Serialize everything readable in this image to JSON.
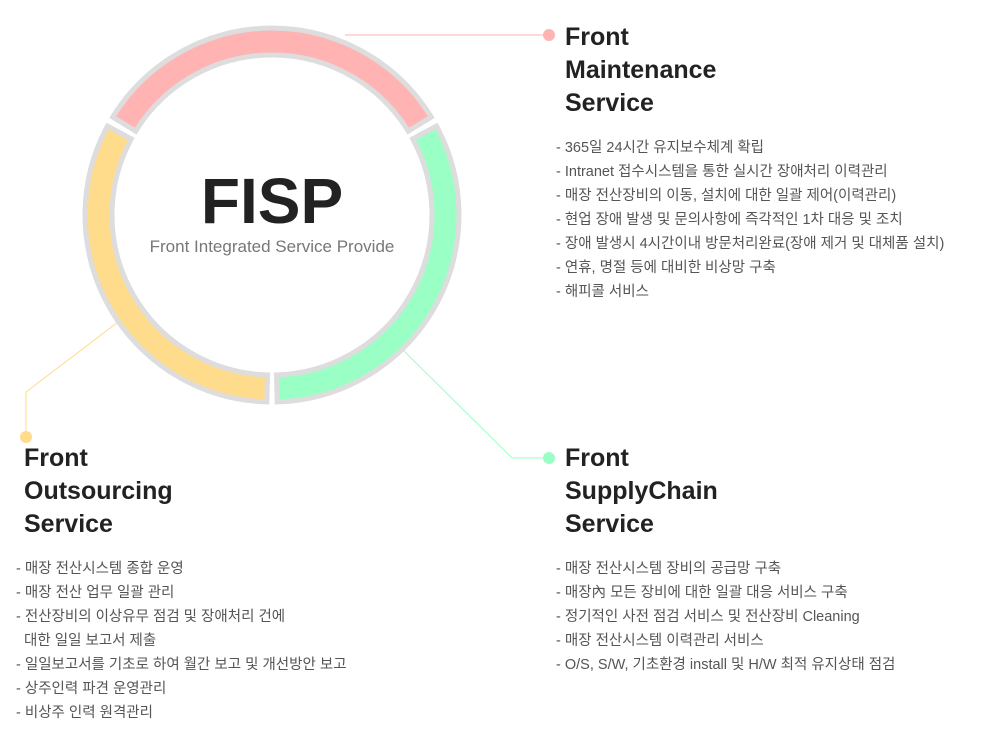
{
  "center": {
    "title": "FISP",
    "subtitle": "Front Integrated Service Provide"
  },
  "colors": {
    "maintenance": "#ffb3b3",
    "supplychain": "#99ffc4",
    "outsourcing": "#ffdb8c",
    "ring_outline": "#dddddd"
  },
  "maintenance": {
    "title_lines": [
      "Front",
      "Maintenance",
      "Service"
    ],
    "items": [
      "- 365일 24시간 유지보수체계 확립",
      "- Intranet 접수시스템을 통한 실시간 장애처리 이력관리",
      "- 매장 전산장비의 이동, 설치에 대한 일괄 제어(이력관리)",
      "- 현업 장애 발생 및 문의사항에 즉각적인 1차 대응 및 조치",
      "- 장애 발생시 4시간이내 방문처리완료(장애 제거 및 대체품 설치)",
      "- 연휴, 명절 등에 대비한 비상망 구축",
      "- 해피콜 서비스"
    ]
  },
  "supplychain": {
    "title_lines": [
      "Front",
      "SupplyChain",
      "Service"
    ],
    "items": [
      "- 매장 전산시스템 장비의 공급망 구축",
      "- 매장內 모든 장비에 대한 일괄 대응 서비스 구축",
      "- 정기적인 사전 점검 서비스 및 전산장비 Cleaning",
      "- 매장 전산시스템 이력관리 서비스",
      "- O/S, S/W, 기초환경 install 및 H/W 최적 유지상태 점검"
    ]
  },
  "outsourcing": {
    "title_lines": [
      "Front",
      "Outsourcing",
      "Service"
    ],
    "items": [
      "- 매장 전산시스템 종합 운영",
      "- 매장 전산 업무 일괄 관리",
      "- 전산장비의 이상유무 점검 및 장애처리 건에",
      "  대한 일일 보고서 제출",
      "- 일일보고서를 기초로 하여 월간 보고 및 개선방안 보고",
      "- 상주인력 파견 운영관리",
      "- 비상주 인력 원격관리"
    ]
  }
}
